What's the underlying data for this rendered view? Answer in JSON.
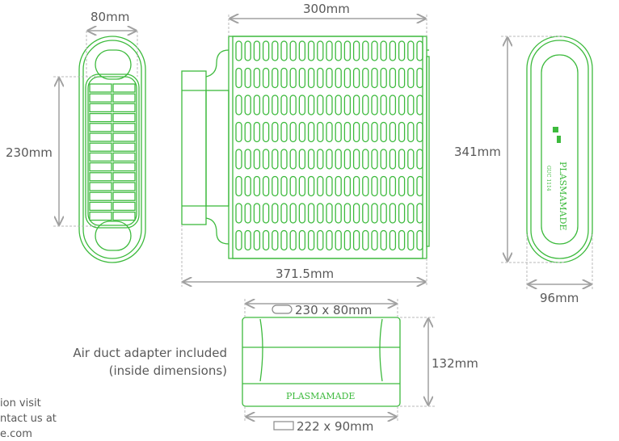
{
  "dimensions": {
    "front_width": "80mm",
    "front_height": "230mm",
    "side_width": "300mm",
    "side_total_width": "371.5mm",
    "back_height": "341mm",
    "back_width": "96mm",
    "adapter_top": "230 x 80mm",
    "adapter_bottom": "222 x 90mm",
    "adapter_height": "132mm"
  },
  "adapter_note": {
    "line1": "Air duct adapter included",
    "line2": "(inside dimensions)"
  },
  "contact_fragment": [
    "ion visit",
    "ntact us at",
    "e.com"
  ],
  "brand": {
    "name": "PLASMAMADE",
    "model": "GUC 1114"
  },
  "colors": {
    "line": "#3dba3d",
    "dimension": "#a0a0a0",
    "text": "#595959"
  }
}
